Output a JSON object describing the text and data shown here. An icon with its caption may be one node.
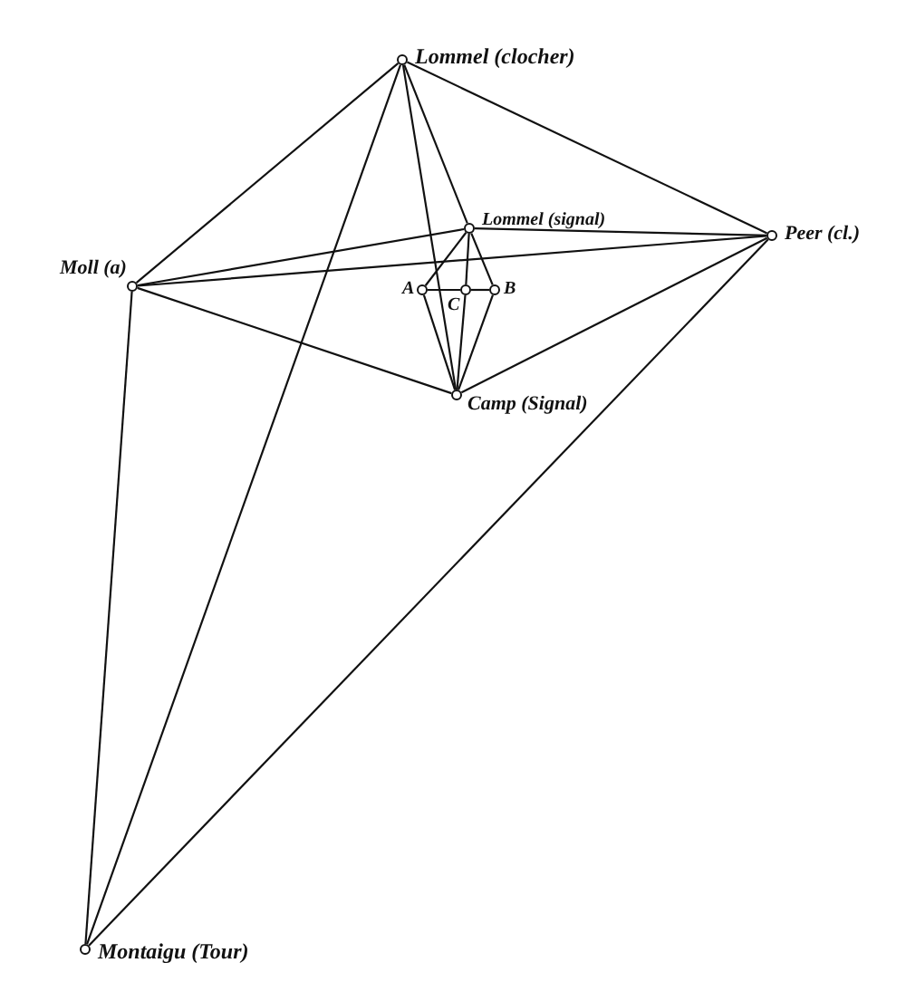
{
  "diagram": {
    "nodes": [
      {
        "text": [],
        "shape": "circle",
        "beside": [
          "Lommel (clocher)"
        ]
      },
      {
        "text": [],
        "shape": "circle",
        "beside": [
          "Lommel (signal)"
        ]
      },
      {
        "text": [],
        "shape": "circle",
        "beside": [
          "Peer (cl.)"
        ]
      },
      {
        "text": [],
        "shape": "circle",
        "beside": [
          "Moll (a)"
        ]
      },
      {
        "text": [],
        "shape": "circle",
        "beside": [
          "A"
        ]
      },
      {
        "text": [],
        "shape": "circle",
        "beside": [
          "C"
        ]
      },
      {
        "text": [],
        "shape": "circle",
        "beside": [
          "B"
        ]
      },
      {
        "text": [],
        "shape": "circle",
        "beside": [
          "Camp (Signal)"
        ]
      },
      {
        "text": [],
        "shape": "circle",
        "beside": [
          "Montaigu (Tour)"
        ]
      }
    ],
    "edges": [
      {
        "from": 0,
        "to": 3,
        "arrow": "none"
      },
      {
        "from": 0,
        "to": 2,
        "arrow": "none"
      },
      {
        "from": 0,
        "to": 1,
        "arrow": "none"
      },
      {
        "from": 0,
        "to": 7,
        "arrow": "none"
      },
      {
        "from": 0,
        "to": 8,
        "arrow": "none"
      },
      {
        "from": 3,
        "to": 1,
        "arrow": "none"
      },
      {
        "from": 3,
        "to": 2,
        "arrow": "none"
      },
      {
        "from": 3,
        "to": 7,
        "arrow": "none"
      },
      {
        "from": 3,
        "to": 8,
        "arrow": "none"
      },
      {
        "from": 1,
        "to": 2,
        "arrow": "none"
      },
      {
        "from": 1,
        "to": 4,
        "arrow": "none"
      },
      {
        "from": 1,
        "to": 5,
        "arrow": "none"
      },
      {
        "from": 1,
        "to": 6,
        "arrow": "none"
      },
      {
        "from": 4,
        "to": 5,
        "arrow": "none"
      },
      {
        "from": 5,
        "to": 6,
        "arrow": "none"
      },
      {
        "from": 4,
        "to": 7,
        "arrow": "none"
      },
      {
        "from": 5,
        "to": 7,
        "arrow": "none"
      },
      {
        "from": 6,
        "to": 7,
        "arrow": "none"
      },
      {
        "from": 2,
        "to": 7,
        "arrow": "none"
      },
      {
        "from": 2,
        "to": 8,
        "arrow": "none"
      }
    ]
  }
}
